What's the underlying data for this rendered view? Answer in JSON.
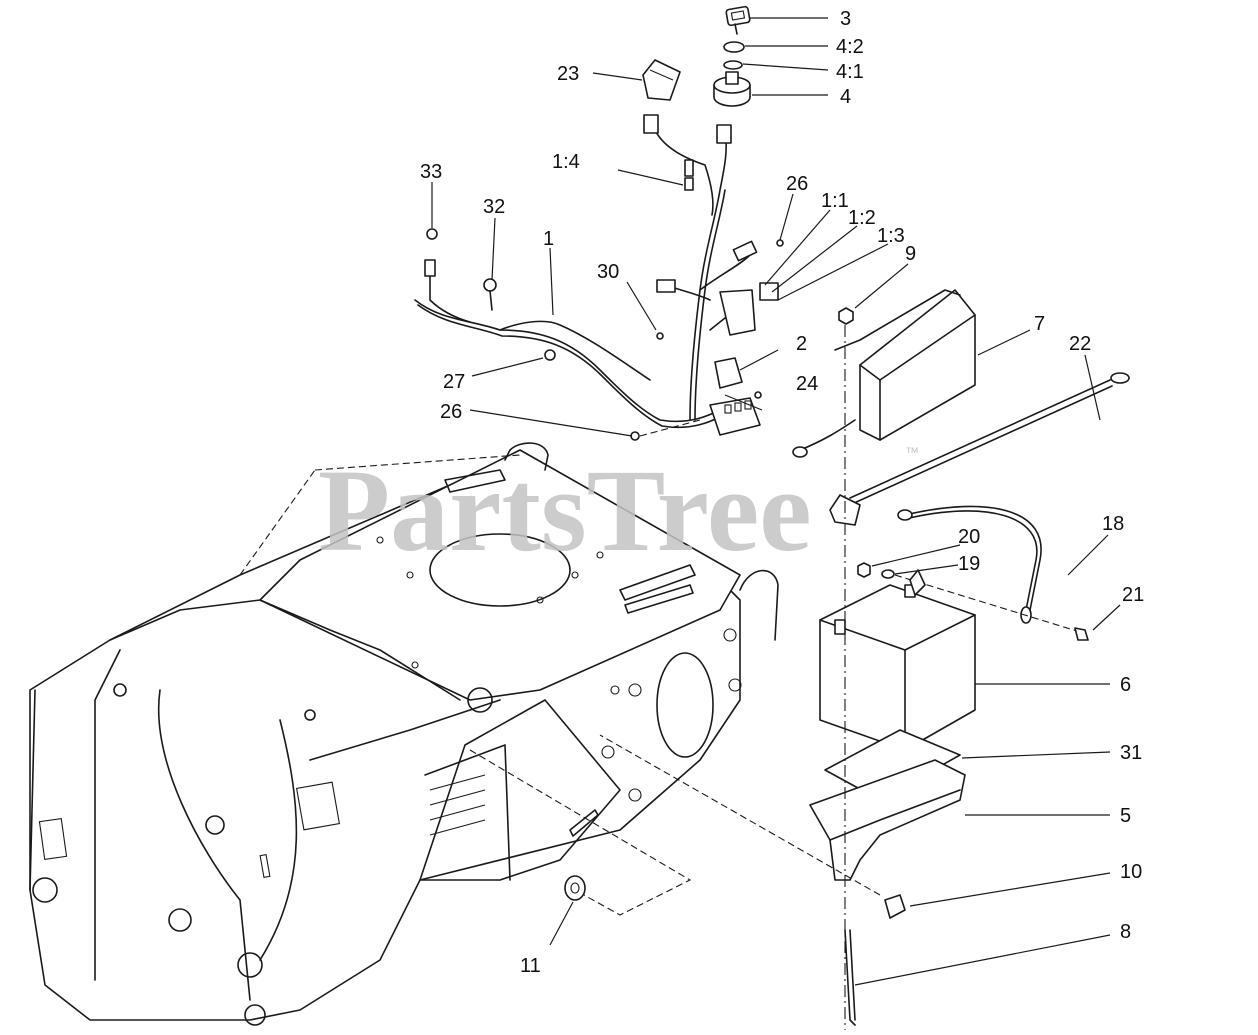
{
  "watermark": {
    "text": "PartsTree",
    "trademark": "™"
  },
  "callouts": [
    {
      "id": "c3",
      "label": "3"
    },
    {
      "id": "c42",
      "label": "4:2"
    },
    {
      "id": "c41",
      "label": "4:1"
    },
    {
      "id": "c4",
      "label": "4"
    },
    {
      "id": "c23",
      "label": "23"
    },
    {
      "id": "c14",
      "label": "1:4"
    },
    {
      "id": "c33",
      "label": "33"
    },
    {
      "id": "c32",
      "label": "32"
    },
    {
      "id": "c1",
      "label": "1"
    },
    {
      "id": "c26a",
      "label": "26"
    },
    {
      "id": "c11b",
      "label": "1:1"
    },
    {
      "id": "c12",
      "label": "1:2"
    },
    {
      "id": "c13",
      "label": "1:3"
    },
    {
      "id": "c9",
      "label": "9"
    },
    {
      "id": "c30",
      "label": "30"
    },
    {
      "id": "c7",
      "label": "7"
    },
    {
      "id": "c22",
      "label": "22"
    },
    {
      "id": "c2",
      "label": "2"
    },
    {
      "id": "c24",
      "label": "24"
    },
    {
      "id": "c27",
      "label": "27"
    },
    {
      "id": "c26b",
      "label": "26"
    },
    {
      "id": "c18",
      "label": "18"
    },
    {
      "id": "c20",
      "label": "20"
    },
    {
      "id": "c19",
      "label": "19"
    },
    {
      "id": "c21",
      "label": "21"
    },
    {
      "id": "c6",
      "label": "6"
    },
    {
      "id": "c31",
      "label": "31"
    },
    {
      "id": "c5",
      "label": "5"
    },
    {
      "id": "c10",
      "label": "10"
    },
    {
      "id": "c8",
      "label": "8"
    },
    {
      "id": "c11",
      "label": "11"
    }
  ]
}
